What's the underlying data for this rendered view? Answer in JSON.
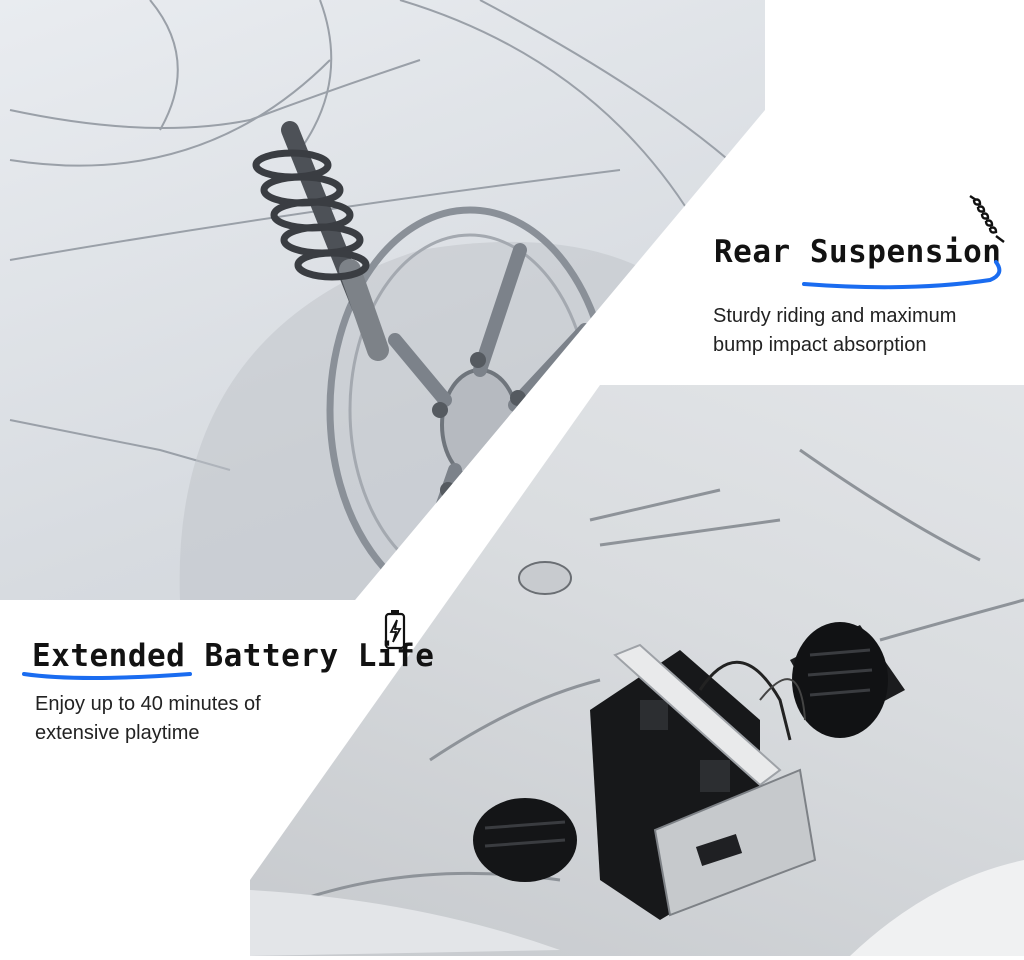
{
  "features": {
    "suspension": {
      "title": "Rear Suspension",
      "desc_line1": "Sturdy riding and maximum",
      "desc_line2": "bump impact absorption",
      "icon": "spring-icon"
    },
    "battery": {
      "title": "Extended Battery Life",
      "desc_line1": "Enjoy up to 40 minutes of",
      "desc_line2": "extensive playtime",
      "icon": "battery-icon"
    }
  },
  "colors": {
    "accent": "#1a6cf0",
    "text": "#121212"
  }
}
